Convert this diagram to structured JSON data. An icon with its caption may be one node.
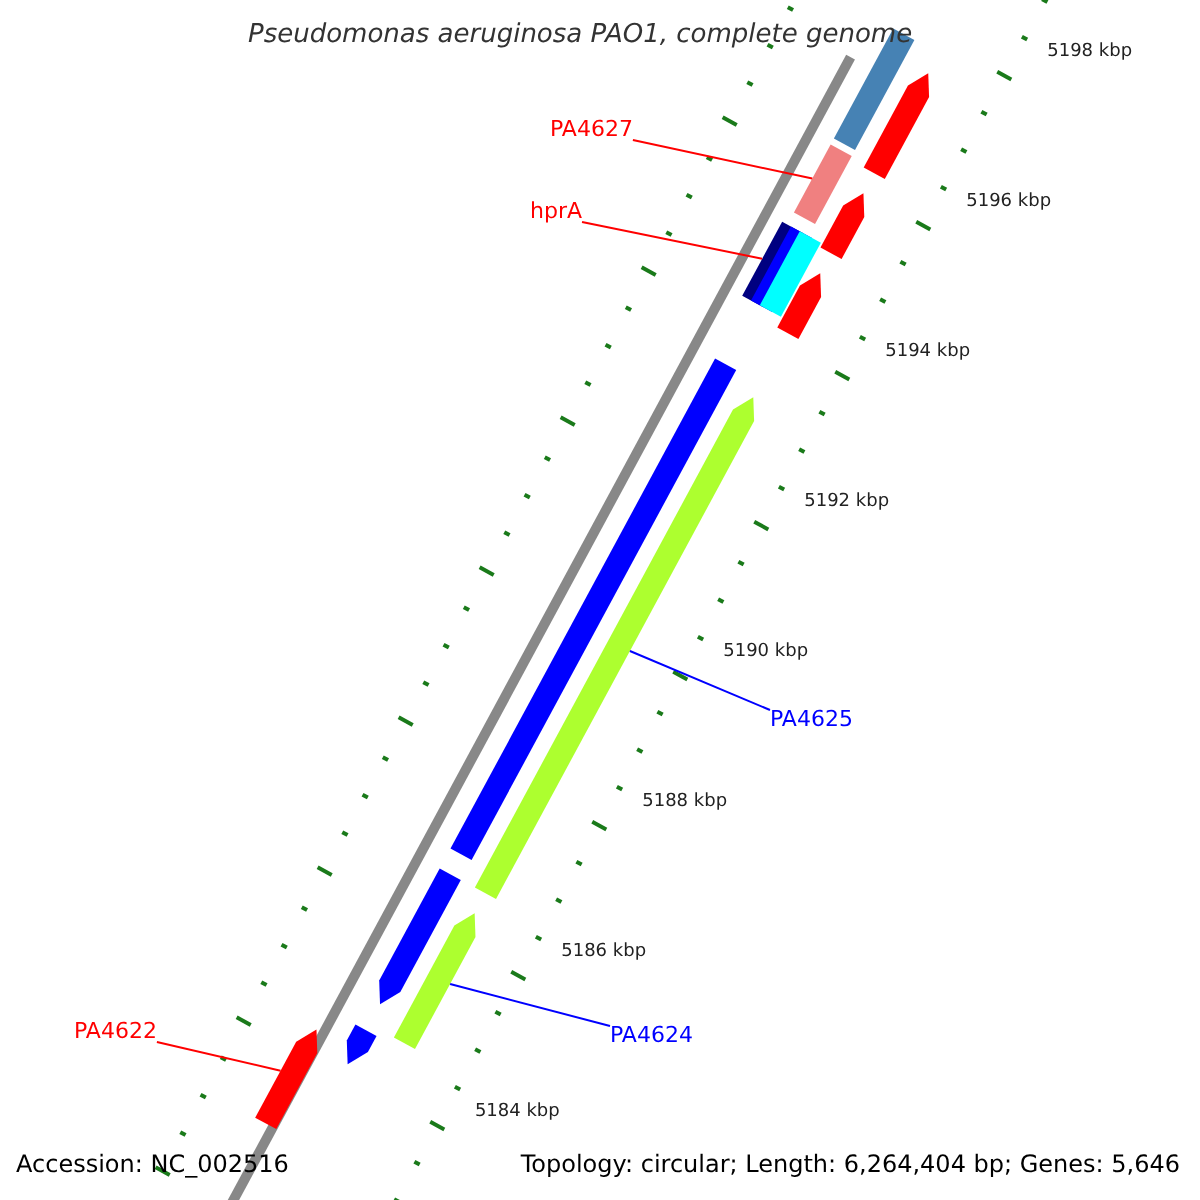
{
  "diagram": {
    "title": "Pseudomonas aeruginosa PAO1, complete genome",
    "nodes": [
      {
        "text": [
          "PA4627"
        ]
      },
      {
        "text": [],
        "shape": "bar"
      },
      {
        "text": [
          "hprA"
        ]
      },
      {
        "text": [],
        "shape": "bar"
      },
      {
        "text": [
          "PA4625"
        ]
      },
      {
        "text": [],
        "shape": "bar"
      },
      {
        "text": [
          "PA4624"
        ]
      },
      {
        "text": [],
        "shape": "bar"
      },
      {
        "text": [
          "PA4622"
        ]
      },
      {
        "text": [],
        "shape": "bar"
      },
      {
        "text": [],
        "shape": "bar"
      },
      {
        "text": [],
        "shape": "bar"
      },
      {
        "text": [],
        "shape": "bar"
      },
      {
        "text": [],
        "shape": "bar"
      },
      {
        "text": [],
        "shape": "bar"
      },
      {
        "text": [],
        "shape": "bar"
      },
      {
        "text": [],
        "shape": "bar"
      }
    ],
    "edges": [
      {
        "from": 0,
        "to": 1,
        "arrow": "none"
      },
      {
        "from": 2,
        "to": 3,
        "arrow": "none"
      },
      {
        "from": 4,
        "to": 5,
        "arrow": "none",
        "color": "#0000ff"
      },
      {
        "from": 6,
        "to": 7,
        "arrow": "none",
        "color": "#0000ff"
      },
      {
        "from": 8,
        "to": 9,
        "arrow": "none"
      }
    ],
    "labels": [
      "5198 kbp",
      "5196 kbp",
      "5194 kbp",
      "5192 kbp",
      "5190 kbp",
      "5188 kbp",
      "5186 kbp",
      "5184 kbp",
      "Accession: NC_002516",
      "Topology: circular; Length: 6,264,404 bp; Genes: 5,646"
    ]
  }
}
